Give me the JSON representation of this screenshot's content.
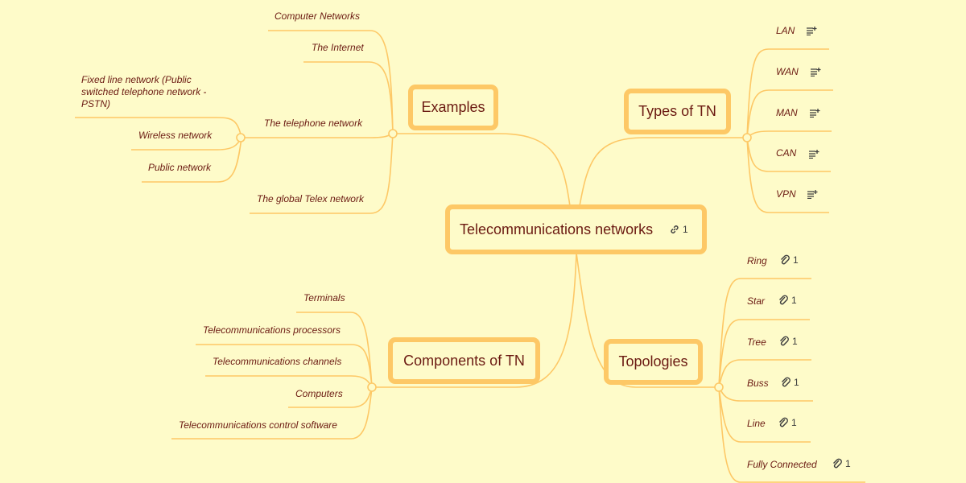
{
  "mindmap": {
    "central": {
      "label": "Telecommunications networks",
      "link_icon": "link-icon",
      "link_count": "1"
    },
    "branches": {
      "examples": {
        "label": "Examples",
        "children": [
          "Computer Networks",
          "The Internet",
          "The telephone network",
          "The global Telex network"
        ],
        "telephone_children": [
          "Fixed line network (Public switched telephone network - PSTN)",
          "Wireless network",
          "Public network"
        ]
      },
      "types": {
        "label": "Types of TN",
        "children": [
          "LAN",
          "WAN",
          "MAN",
          "CAN",
          "VPN"
        ],
        "child_icon": "note-icon"
      },
      "components": {
        "label": "Components of TN",
        "children": [
          "Terminals",
          "Telecommunications processors",
          "Telecommunications channels",
          "Computers",
          "Telecommunications control software"
        ]
      },
      "topologies": {
        "label": "Topologies",
        "child_icon": "attachment-icon",
        "children": [
          {
            "label": "Ring",
            "count": "1"
          },
          {
            "label": "Star",
            "count": "1"
          },
          {
            "label": "Tree",
            "count": "1"
          },
          {
            "label": "Buss",
            "count": "1"
          },
          {
            "label": "Line",
            "count": "1"
          },
          {
            "label": "Fully Connected",
            "count": "1"
          }
        ]
      }
    },
    "colors": {
      "background": "#fefbc9",
      "connector": "#fdc866",
      "text": "#6b1a12",
      "icon": "#3d3d3d"
    }
  }
}
